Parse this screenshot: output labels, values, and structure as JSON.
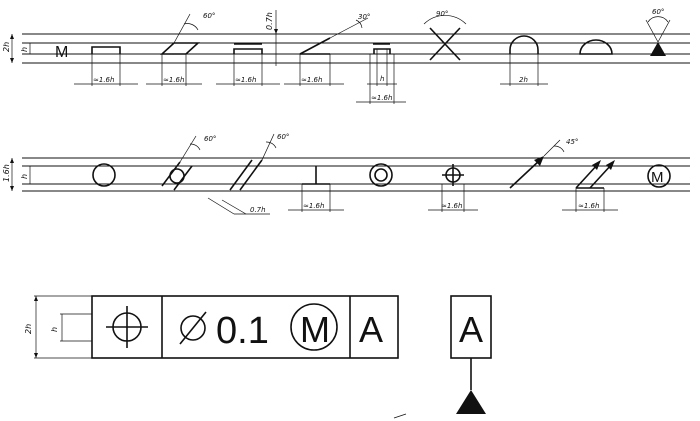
{
  "row1": {
    "height_labels": [
      "2h",
      "h"
    ],
    "letter_m": "M",
    "top_dim": "0.7h",
    "angles": [
      "60°",
      "30°",
      "90°",
      "60°"
    ],
    "widths": [
      "≈1.6h",
      "≈1.6h",
      "≈1.6h",
      "≈1.6h",
      "2h"
    ],
    "slot": {
      "inner": "h",
      "outer": "≈1.6h"
    }
  },
  "row2": {
    "height_labels": [
      "1.6h",
      "h"
    ],
    "angles": [
      "60°",
      "60°",
      "45°"
    ],
    "offset": "0.7h",
    "widths": [
      "≈1.6h",
      "≈1.6h",
      "≈1.6h"
    ],
    "letter_m": "M"
  },
  "frame": {
    "height_labels": [
      "2h",
      "h"
    ],
    "tolerance": "0.1",
    "modifier": "M",
    "datum_ref": "A"
  },
  "datum": {
    "letter": "A"
  }
}
